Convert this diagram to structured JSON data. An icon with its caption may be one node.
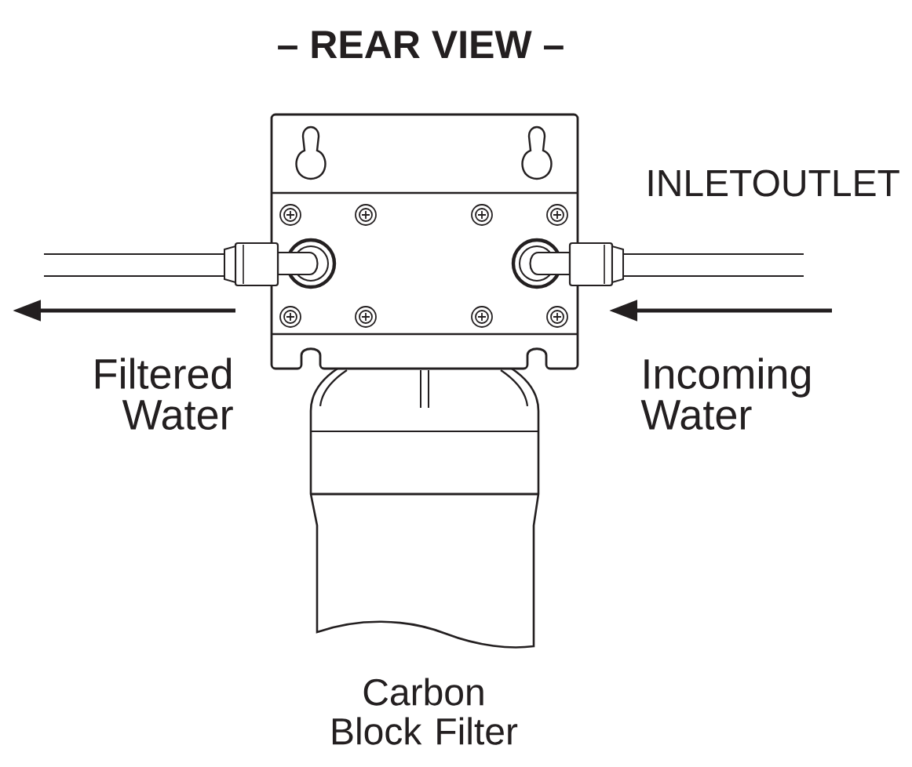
{
  "diagram": {
    "title": "– REAR VIEW –",
    "labels": [
      "INLETOUTLET",
      "Filtered Water",
      "Incoming Water",
      "Carbon Block Filter"
    ]
  }
}
